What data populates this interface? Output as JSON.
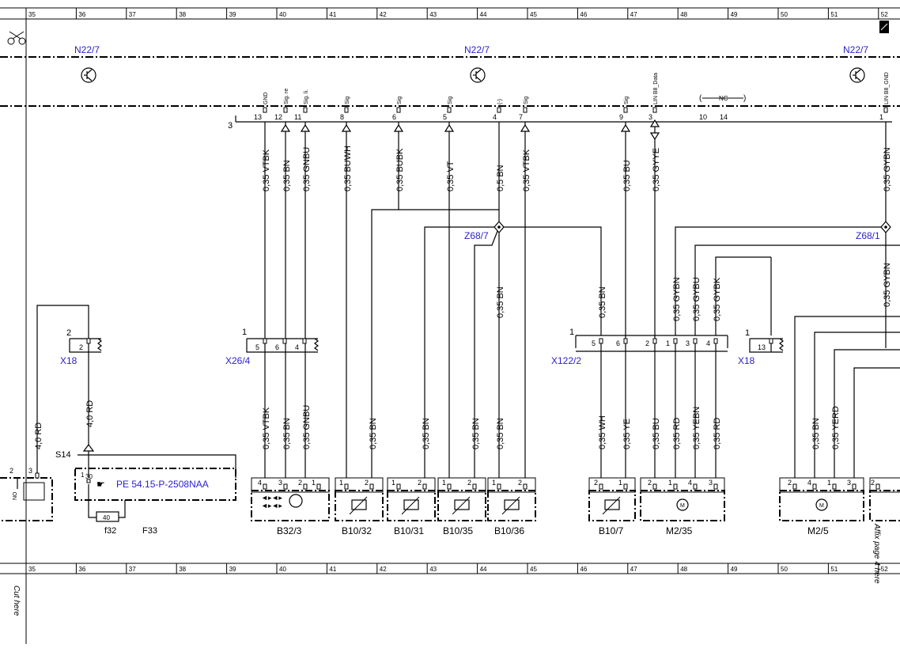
{
  "ruler": {
    "columns": [
      "35",
      "36",
      "37",
      "38",
      "39",
      "40",
      "41",
      "42",
      "43",
      "44",
      "45",
      "46",
      "47",
      "48",
      "49",
      "50",
      "51",
      "52"
    ]
  },
  "margin": {
    "cut_here": "Cut here",
    "affix_page": "Affix page 4 here"
  },
  "control_unit": {
    "name": "N22/7",
    "connector": "3",
    "pins": [
      {
        "pin": "13",
        "signal": "GND"
      },
      {
        "pin": "12",
        "signal": "Sig. re"
      },
      {
        "pin": "11",
        "signal": "Sig. li."
      },
      {
        "pin": "8",
        "signal": "Sig"
      },
      {
        "pin": "6",
        "signal": "Sig"
      },
      {
        "pin": "5",
        "signal": "Sig"
      },
      {
        "pin": "4",
        "signal": "(-)"
      },
      {
        "pin": "7",
        "signal": "Sig"
      },
      {
        "pin": "9",
        "signal": "Sig"
      },
      {
        "pin": "3",
        "signal": "LIN B8_Data"
      },
      {
        "pin": "10",
        "signal": ""
      },
      {
        "pin": "14",
        "signal": ""
      },
      {
        "pin": "1",
        "signal": "LIN B8_GND"
      }
    ],
    "nc_label": "NC"
  },
  "wires_top": [
    {
      "label": "0,35 VTBK"
    },
    {
      "label": "0,35 BN"
    },
    {
      "label": "0,35 GNBU"
    },
    {
      "label": "0,35 BUWH"
    },
    {
      "label": "0,35 BUBK"
    },
    {
      "label": "0,35 VT"
    },
    {
      "label": "0,5 BN"
    },
    {
      "label": "0,35 VTBK"
    },
    {
      "label": "0,35 BU"
    },
    {
      "label": "0,35 GYYE"
    },
    {
      "label": "0,35 GYBN"
    }
  ],
  "splices": {
    "z68_7": "Z68/7",
    "z68_1": "Z68/1"
  },
  "wires_mid": [
    {
      "label": "0,35 BN"
    },
    {
      "label": "0,35 BN"
    },
    {
      "label": "0,35 GYBN"
    },
    {
      "label": "0,35 GYBU"
    },
    {
      "label": "0,35 GYBK"
    },
    {
      "label": "0,35 GYBN"
    }
  ],
  "connectors": {
    "x18_left": {
      "name": "X18",
      "num": "2",
      "pin": "2"
    },
    "x26_4": {
      "name": "X26/4",
      "num": "1",
      "pins": [
        "5",
        "6",
        "4"
      ]
    },
    "x122_2": {
      "name": "X122/2",
      "num": "1",
      "pins": [
        "5",
        "6",
        "2",
        "1",
        "3",
        "4"
      ]
    },
    "x18_right": {
      "name": "X18",
      "num": "1",
      "pin": "13"
    }
  },
  "wires_low": [
    {
      "label": "4,0 RD"
    },
    {
      "label": "4,0 RD"
    },
    {
      "label": "0,35 VTBK"
    },
    {
      "label": "0,35 BN"
    },
    {
      "label": "0,35 GNBU"
    },
    {
      "label": "0,35 BN"
    },
    {
      "label": "0,35 BN"
    },
    {
      "label": "0,35 BN"
    },
    {
      "label": "0,35 BN"
    },
    {
      "label": "0,35 WH"
    },
    {
      "label": "0,35 YE"
    },
    {
      "label": "0,35 BU"
    },
    {
      "label": "0,35 RD"
    },
    {
      "label": "0,35 YEBN"
    },
    {
      "label": "0,35 RD"
    },
    {
      "label": "0,35 BN"
    },
    {
      "label": "0,35 YERD"
    }
  ],
  "fuse_box": {
    "s14": "S14",
    "pin1": "1",
    "pin30": "30",
    "reference": "PE 54.15-P-2508NAA",
    "fuse_value": "40",
    "fuse_name": "f32",
    "box_name": "F33"
  },
  "components": [
    {
      "name": "B32/3",
      "pins": [
        "4",
        "3",
        "2",
        "1"
      ]
    },
    {
      "name": "B10/32",
      "pins": [
        "1",
        "2"
      ]
    },
    {
      "name": "B10/31",
      "pins": [
        "1",
        "2"
      ]
    },
    {
      "name": "B10/35",
      "pins": [
        "1",
        "2"
      ]
    },
    {
      "name": "B10/36",
      "pins": [
        "1",
        "2"
      ]
    },
    {
      "name": "B10/7",
      "pins": [
        "2",
        "1"
      ]
    },
    {
      "name": "M2/35",
      "pins": [
        "2",
        "1",
        "4",
        "3"
      ]
    },
    {
      "name": "M2/5",
      "pins": [
        "2",
        "4",
        "1",
        "3"
      ]
    },
    {
      "name": "",
      "pins": [
        "2"
      ]
    }
  ],
  "left_edge": {
    "pins": [
      "2",
      "3"
    ],
    "label": "NO"
  }
}
